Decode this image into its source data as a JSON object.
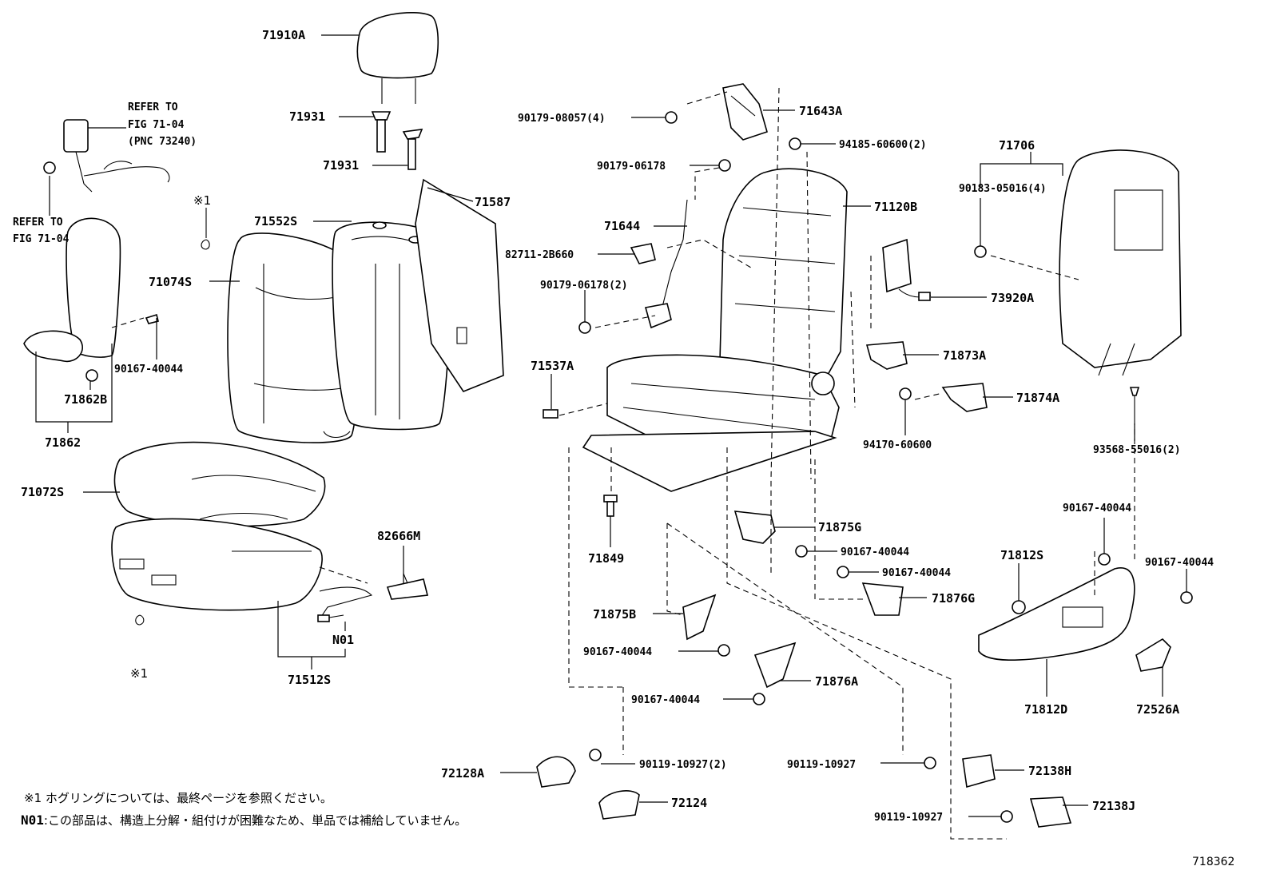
{
  "labels": {
    "l71910A": "71910A",
    "l71931a": "71931",
    "l71931b": "71931",
    "l71587": "71587",
    "l71552S": "71552S",
    "l71074S": "71074S",
    "l90167_1": "90167-40044",
    "l71862B": "71862B",
    "l71862": "71862",
    "l71072S": "71072S",
    "l82666M": "82666M",
    "lN01": "N01",
    "l71512S": "71512S",
    "l90179_08057": "90179-08057(4)",
    "l71643A": "71643A",
    "l94185": "94185-60600(2)",
    "l90179_06178": "90179-06178",
    "l71120B": "71120B",
    "l71644": "71644",
    "l82711": "82711-2B660",
    "l90179_06178_2": "90179-06178(2)",
    "l71537A": "71537A",
    "l73920A": "73920A",
    "l71873A": "71873A",
    "l71874A": "71874A",
    "l94170": "94170-60600",
    "l71706": "71706",
    "l90183": "90183-05016(4)",
    "l93568": "93568-55016(2)",
    "l71849": "71849",
    "l71875G": "71875G",
    "l90167_2": "90167-40044",
    "l90167_3": "90167-40044",
    "l71876G": "71876G",
    "l71875B": "71875B",
    "l90167_4": "90167-40044",
    "l71876A": "71876A",
    "l90167_5": "90167-40044",
    "l90167_6": "90167-40044",
    "l71812S": "71812S",
    "l90167_7": "90167-40044",
    "l71812D": "71812D",
    "l72526A": "72526A",
    "l72128A": "72128A",
    "l90119_a": "90119-10927(2)",
    "l90119_b": "90119-10927",
    "l72138H": "72138H",
    "l72124": "72124",
    "l90119_c": "90119-10927",
    "l72138J": "72138J"
  },
  "refs": {
    "refer1_a": "REFER TO",
    "refer1_b": "FIG 71-04",
    "refer1_c": "(PNC 73240)",
    "refer2_a": "REFER TO",
    "refer2_b": "FIG 71-04"
  },
  "marks": {
    "mark1": "※1",
    "mark2": "※1"
  },
  "notes": {
    "note1": "※1 ホグリングについては、最終ページを参照ください。",
    "note2_key": "N01",
    "note2_text": ":この部品は、構造上分解・組付けが困難なため、単品では補給していません。"
  },
  "figure_code": "718362"
}
